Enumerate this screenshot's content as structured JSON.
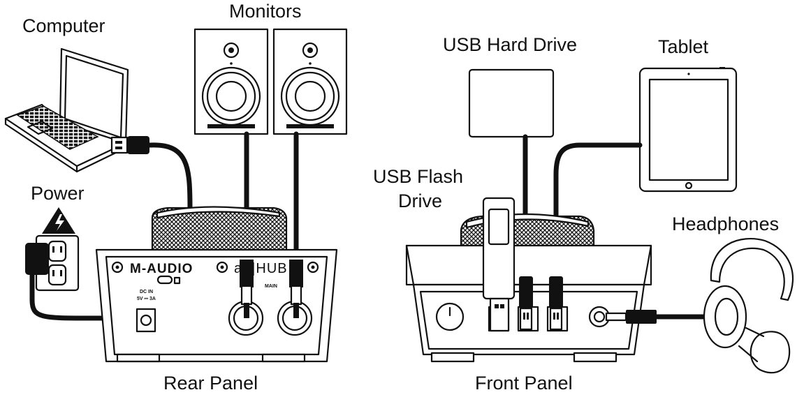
{
  "labels": {
    "computer": "Computer",
    "monitors": "Monitors",
    "power": "Power",
    "rear_panel": "Rear Panel",
    "usb_hard_drive": "USB Hard Drive",
    "tablet": "Tablet",
    "usb_flash_drive_line1": "USB Flash",
    "usb_flash_drive_line2": "Drive",
    "headphones": "Headphones",
    "front_panel": "Front Panel"
  },
  "rear_panel_markings": {
    "brand": "M-AUDIO",
    "model": "air|HUB",
    "main": "MAIN",
    "dc_in": "DC IN",
    "dc_spec": "5V ⎓ 3A"
  }
}
